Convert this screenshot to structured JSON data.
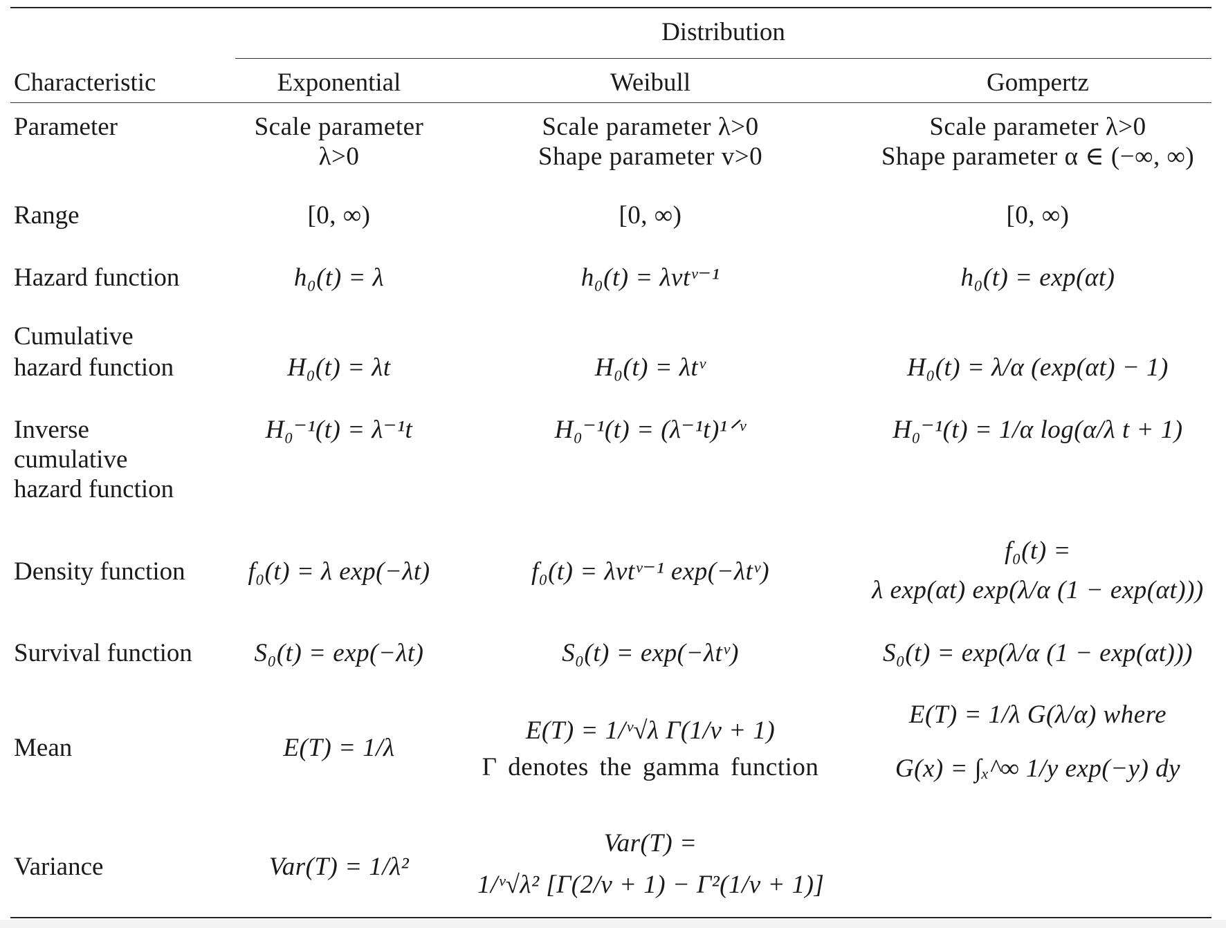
{
  "table": {
    "group_header": "Distribution",
    "columns": [
      "Characteristic",
      "Exponential",
      "Weibull",
      "Gompertz"
    ],
    "rows": [
      {
        "label": [
          "Parameter"
        ],
        "exponential": [
          "Scale parameter",
          "λ>0"
        ],
        "weibull": [
          "Scale parameter λ>0",
          "Shape parameter v>0"
        ],
        "gompertz": [
          "Scale parameter λ>0",
          "Shape parameter α ∈ (−∞, ∞)"
        ]
      },
      {
        "label": [
          "Range"
        ],
        "exponential": [
          "[0, ∞)"
        ],
        "weibull": [
          "[0, ∞)"
        ],
        "gompertz": [
          "[0, ∞)"
        ]
      },
      {
        "label": [
          "Hazard function"
        ],
        "exponential": [
          "h₀(t) = λ"
        ],
        "weibull": [
          "h₀(t) = λvtᵛ⁻¹"
        ],
        "gompertz": [
          "h₀(t) = exp(αt)"
        ]
      },
      {
        "label": [
          "Cumulative",
          "hazard function"
        ],
        "exponential": [
          "H₀(t) = λt"
        ],
        "weibull": [
          "H₀(t) = λtᵛ"
        ],
        "gompertz": [
          "H₀(t) = λ/α (exp(αt) − 1)"
        ]
      },
      {
        "label": [
          "Inverse",
          "cumulative",
          "hazard function"
        ],
        "exponential": [
          "H₀⁻¹(t) = λ⁻¹t"
        ],
        "weibull": [
          "H₀⁻¹(t) = (λ⁻¹t)¹ᐟᵛ"
        ],
        "gompertz": [
          "H₀⁻¹(t) = 1/α log(α/λ t + 1)"
        ]
      },
      {
        "label": [
          "Density function"
        ],
        "exponential": [
          "f₀(t) = λ exp(−λt)"
        ],
        "weibull": [
          "f₀(t) = λvtᵛ⁻¹ exp(−λtᵛ)"
        ],
        "gompertz": [
          "f₀(t) =",
          "λ exp(αt) exp(λ/α (1 − exp(αt)))"
        ]
      },
      {
        "label": [
          "Survival function"
        ],
        "exponential": [
          "S₀(t) = exp(−λt)"
        ],
        "weibull": [
          "S₀(t) = exp(−λtᵛ)"
        ],
        "gompertz": [
          "S₀(t) = exp(λ/α (1 − exp(αt)))"
        ]
      },
      {
        "label": [
          "Mean"
        ],
        "exponential": [
          "E(T) = 1/λ"
        ],
        "weibull": [
          "E(T) = 1/ᵛ√λ Γ(1/v + 1)",
          "Γ denotes the gamma function"
        ],
        "gompertz": [
          "E(T) = 1/λ G(λ/α)     where",
          "G(x) = ∫ₓ^∞ 1/y exp(−y) dy"
        ]
      },
      {
        "label": [
          "Variance"
        ],
        "exponential": [
          "Var(T) = 1/λ²"
        ],
        "weibull": [
          "Var(T) =",
          "1/ᵛ√λ² [Γ(2/v + 1) − Γ²(1/v + 1)]"
        ],
        "gompertz": []
      }
    ]
  }
}
